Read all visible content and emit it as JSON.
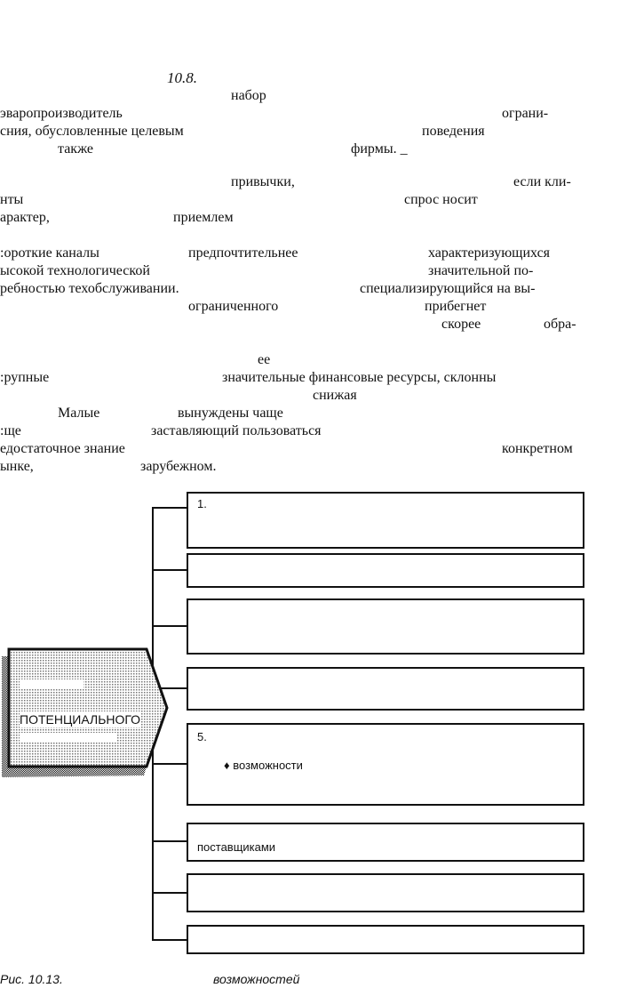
{
  "text_lines": [
    {
      "a": "10.8."
    },
    {
      "a": "набор"
    },
    {
      "a": "эваропроизводитель",
      "b": "ограни-"
    },
    {
      "a": "сния, обусловленные целевым",
      "b": "поведения"
    },
    {
      "a": "также",
      "b": "фирмы. _"
    },
    {
      "a": "привычки,",
      "b": "если кли-"
    },
    {
      "a": "нты",
      "b": "спрос носит"
    },
    {
      "a": "арактер,",
      "b": "приемлем"
    },
    {
      "a": ":ороткие каналы",
      "b": "предпочтительнее",
      "c": "характеризующихся"
    },
    {
      "a": "ысокой технологической",
      "b": "значительной по-"
    },
    {
      "a": "ребностью техобслуживании.",
      "b": "специализирующийся на вы-"
    },
    {
      "a": "ограниченного",
      "b": "прибегнет"
    },
    {
      "a": "скорее",
      "b": "обра-"
    },
    {
      "a": "ее"
    },
    {
      "a": ":рупные",
      "b": "значительные финансовые ресурсы, склонны"
    },
    {
      "a": "снижая"
    },
    {
      "a": "Малые",
      "b": "вынуждены чаще"
    },
    {
      "a": ":ще",
      "b": "заставляющий пользоваться"
    },
    {
      "a": "едостаточное знание",
      "b": "конкретном"
    },
    {
      "a": "ынке,",
      "b": "зарубежном."
    }
  ],
  "diagram": {
    "center_label": "ПОТЕНЦИАЛЬНОГО",
    "boxes": [
      "1.",
      "",
      "",
      "",
      "5.",
      "поставщиками",
      "",
      ""
    ],
    "box5_bullet": "♦ возможности"
  },
  "caption": {
    "number": "Рис. 10.13.",
    "text": "возможностей"
  }
}
